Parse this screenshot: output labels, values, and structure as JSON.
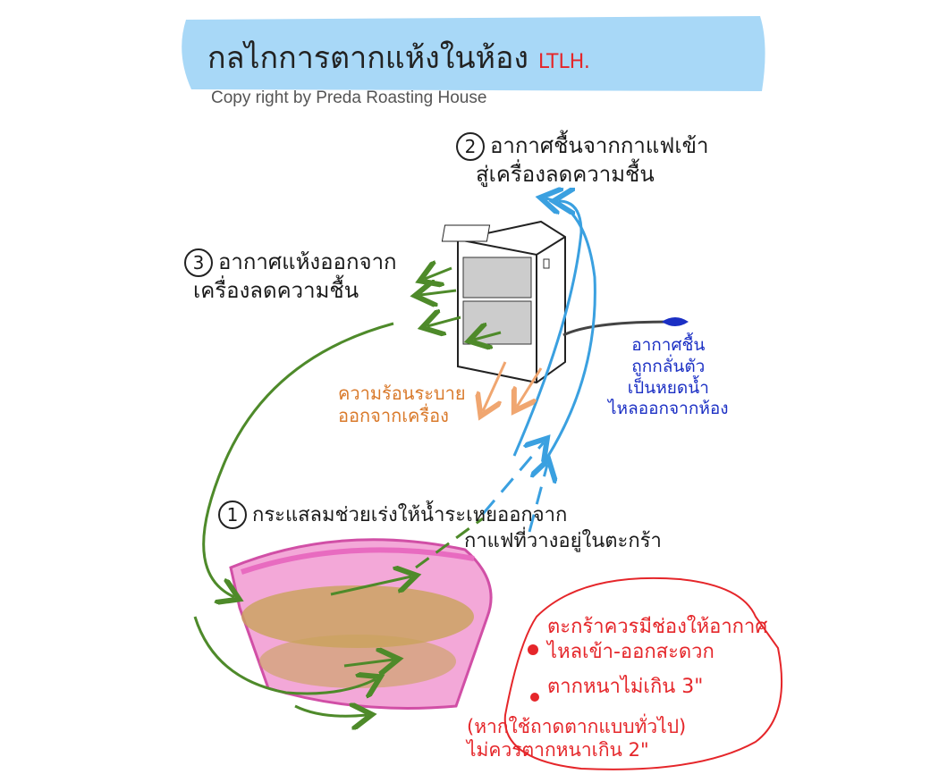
{
  "title": {
    "thai": "กลไกการตากแห้งในห้อง",
    "code": "LTLH."
  },
  "copyright": "Copy right by Preda Roasting House",
  "steps": [
    {
      "number": "1",
      "line1": "กระแสลมช่วยเร่งให้น้ำระเหยออกจาก",
      "line2": "กาแฟที่วางอยู่ในตะกร้า"
    },
    {
      "number": "2",
      "line1": "อากาศชื้นจากกาแฟเข้า",
      "line2": "สู่เครื่องลดความชื้น"
    },
    {
      "number": "3",
      "line1": "อากาศแห้งออกจาก",
      "line2": "เครื่องลดความชื้น"
    }
  ],
  "heat_note": {
    "line1": "ความร้อนระบาย",
    "line2": "ออกจากเครื่อง"
  },
  "condensate_note": {
    "line1": "อากาศชื้น",
    "line2": "ถูกกลั่นตัว",
    "line3": "เป็นหยดน้ำ",
    "line4": "ไหลออกจากห้อง"
  },
  "tips": {
    "tip1_line1": "ตะกร้าควรมีช่องให้อากาศ",
    "tip1_line2": "ไหลเข้า-ออกสะดวก",
    "tip2": "ตากหนาไม่เกิน 3\"",
    "tip3_line1": "(หากใช้ถาดตากแบบทั่วไป)",
    "tip3_line2": "ไม่ควรตากหนาเกิน 2\""
  },
  "colors": {
    "highlight": "#a8d8f7",
    "green": "#4e8a2a",
    "blue_arrow": "#3aa0e0",
    "orange": "#d9792a",
    "red": "#e5262a",
    "basket": "#e86bc0"
  }
}
